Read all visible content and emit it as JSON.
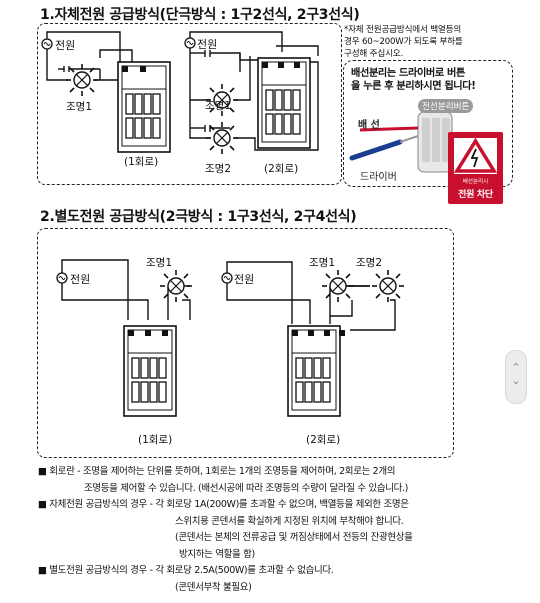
{
  "section1": {
    "title": "1.자체전원 공급방식(단극방식 : 1구2선식, 2구3선식)",
    "left_diagram": {
      "power_label": "전원",
      "lamp_label": "조명1",
      "circuit_label": "(1회로)"
    },
    "right_diagram": {
      "power_label": "전원",
      "lamp1_label": "조명1",
      "lamp2_label": "조명2",
      "circuit_label": "(2회로)"
    },
    "note": [
      "*자체 전원공급방식에서 백열등의",
      "경우 60~200W가 되도록 부하를",
      "구성해 주십시오."
    ],
    "driver_box": {
      "text": [
        "배선분리는 드라이버로 버튼",
        "을 누른 후 분리하시면 됩니다!"
      ],
      "button_label": "전선분리버튼",
      "wire_label": "배 선",
      "driver_label": "드라이버",
      "warning_small": "배선분리시",
      "warning_label": "전원 차단"
    }
  },
  "section2": {
    "title": "2.별도전원 공급방식(2극방식 : 1구3선식, 2구4선식)",
    "left_diagram": {
      "power_label": "전원",
      "lamp_label": "조명1",
      "circuit_label": "(1회로)"
    },
    "right_diagram": {
      "power_label": "전원",
      "lamp1_label": "조명1",
      "lamp2_label": "조명2",
      "circuit_label": "(2회로)"
    }
  },
  "notes": [
    {
      "bullet": true,
      "text": "회로란 - 조명을 제어하는 단위를 뜻하며, 1회로는 1개의 조명등을 제어하며, 2회로는 2개의"
    },
    {
      "bullet": false,
      "text": "조명등을 제어할 수 있습니다. (배선시공에 따라 조명등의 수량이 달라질 수 있습니다.)"
    },
    {
      "bullet": true,
      "text": "자체전원 공급방식의 경우 - 각 회로당 1A(200W)를 초과할 수 없으며, 백열등을 제외한 조명은"
    },
    {
      "bullet": false,
      "text": "스위치용 콘덴서를 확실하게 지정된 위치에 부착해야 합니다."
    },
    {
      "bullet": false,
      "text": "(콘덴서는 본체의 전류공급 및 꺼짐상태에서 전등의 잔광현상을"
    },
    {
      "bullet": false,
      "text": "방지하는 역할을 함)"
    },
    {
      "bullet": true,
      "text": "별도전원 공급방식의 경우 - 각 회로당 2.5A(500W)를 초과할 수 없습니다."
    },
    {
      "bullet": false,
      "text": "(콘덴서부착 불필요)"
    }
  ],
  "scroll": {
    "up_icon": "chevron-up-icon",
    "down_icon": "chevron-down-icon"
  }
}
